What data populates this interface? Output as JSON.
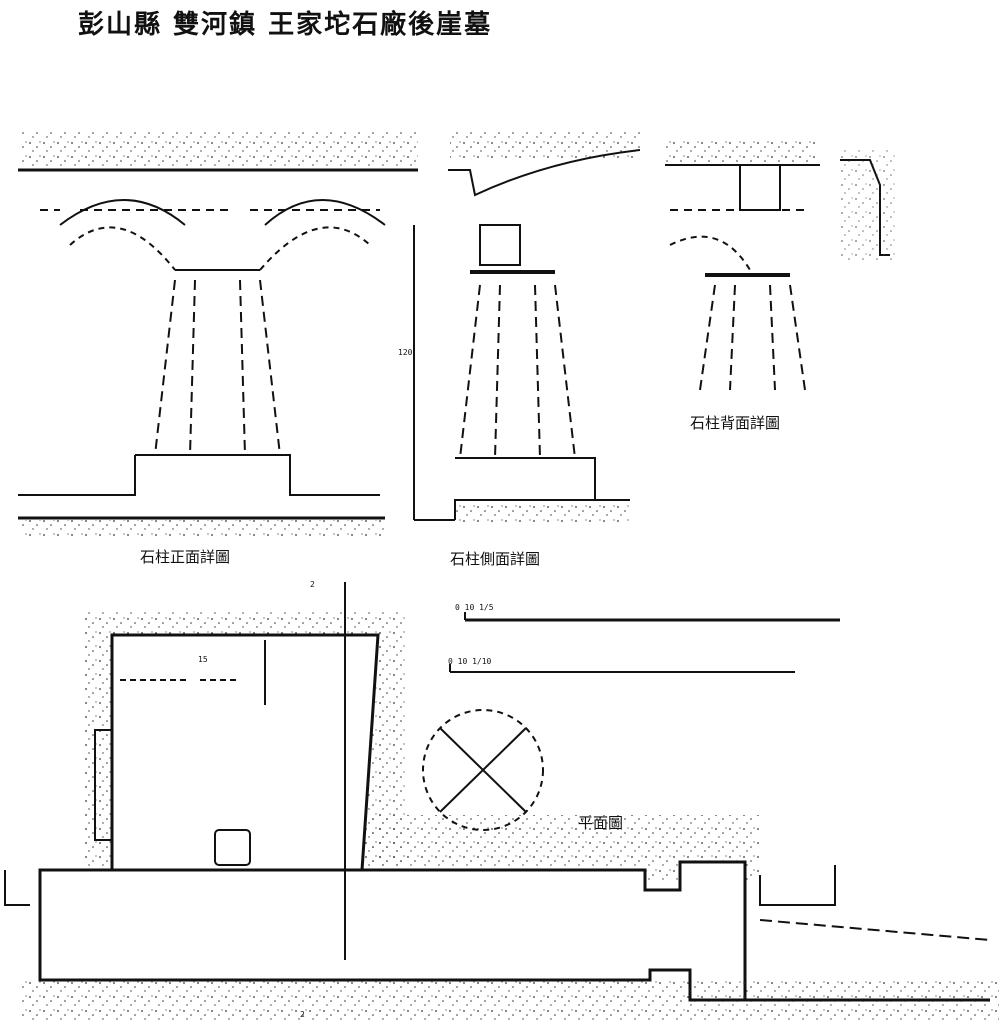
{
  "title": "彭山縣 雙河鎮 王家坨石廠後崖墓",
  "labels": {
    "front_elevation": "石柱正面詳圖",
    "side_section": "石柱側面詳圖",
    "back_section": "石柱背面詳圖",
    "plan": "平面圖",
    "dim_120": "120",
    "dim_15": "15",
    "dim_2": "2",
    "scale_upper": "0 10 1/5",
    "scale_lower": "0 10 1/10"
  },
  "colors": {
    "ink": "#111111",
    "paper": "#ffffff",
    "stipple": "#333333"
  }
}
